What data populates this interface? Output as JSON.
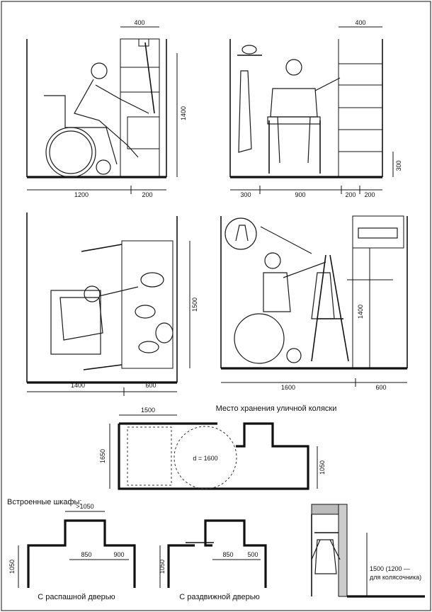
{
  "panel1": {
    "dims": {
      "top_width": "400",
      "height": "1400",
      "left_width": "1200",
      "right_width": "200"
    }
  },
  "panel2": {
    "dims": {
      "top_width": "400",
      "side_height": "300",
      "seg1": "300",
      "seg2": "900",
      "seg3": "200",
      "seg4": "200"
    }
  },
  "panel3": {
    "dims": {
      "height": "1500",
      "left_width": "1400",
      "right_width": "600"
    }
  },
  "panel4": {
    "dims": {
      "height": "1400",
      "left_width": "1600",
      "right_width": "600"
    }
  },
  "stroller": {
    "title": "Место хранения уличной коляски",
    "dims": {
      "width": "1500",
      "height_left": "1650",
      "height_right": "1050",
      "circle": "d = 1600"
    }
  },
  "closets": {
    "heading": "Встроенные шкафы:",
    "hinged": {
      "caption": "С распашной дверью",
      "top": ">1050",
      "w1": "850",
      "w2": "900",
      "h": "1050"
    },
    "sliding": {
      "caption": "С раздвижной дверью",
      "w1": "850",
      "w2": "500",
      "h": "1050"
    },
    "hanger": {
      "height_label_1": "1500 (1200 —",
      "height_label_2": "для колясочника)"
    }
  }
}
